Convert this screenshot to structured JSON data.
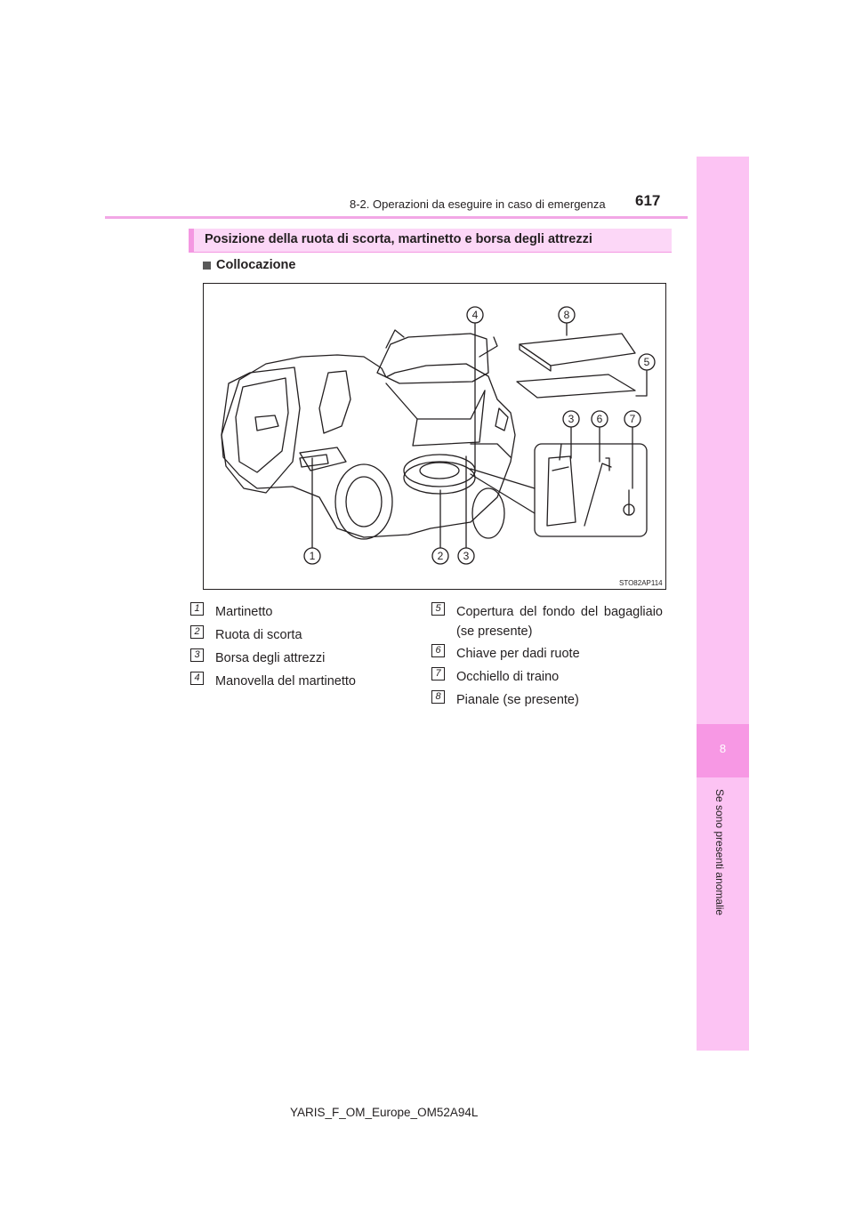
{
  "header": {
    "section_path": "8-2. Operazioni da eseguire in caso di emergenza",
    "page_number": "617"
  },
  "side_tab": {
    "chapter_number": "8",
    "chapter_title": "Se sono presenti anomalie"
  },
  "section": {
    "title": "Posizione della ruota di scorta, martinetto e borsa degli attrezzi"
  },
  "subheading": "Collocazione",
  "figure": {
    "code": "STO82AP114",
    "callouts": [
      "1",
      "2",
      "3",
      "3",
      "4",
      "5",
      "6",
      "7",
      "8"
    ]
  },
  "legend": {
    "left": [
      {
        "num": "1",
        "text": "Martinetto"
      },
      {
        "num": "2",
        "text": "Ruota di scorta"
      },
      {
        "num": "3",
        "text": "Borsa degli attrezzi"
      },
      {
        "num": "4",
        "text": "Manovella del martinetto"
      }
    ],
    "right": [
      {
        "num": "5",
        "text": "Copertura del fondo del bagagliaio (se presente)"
      },
      {
        "num": "6",
        "text": "Chiave per dadi ruote"
      },
      {
        "num": "7",
        "text": "Occhiello di traino"
      },
      {
        "num": "8",
        "text": "Pianale (se presente)"
      }
    ]
  },
  "footer": "YARIS_F_OM_Europe_OM52A94L",
  "colors": {
    "accent_pink": "#f498e2",
    "tab_pink": "#fcc3f3",
    "tab_active": "#f798e4",
    "section_bg": "#fcd7f7"
  }
}
